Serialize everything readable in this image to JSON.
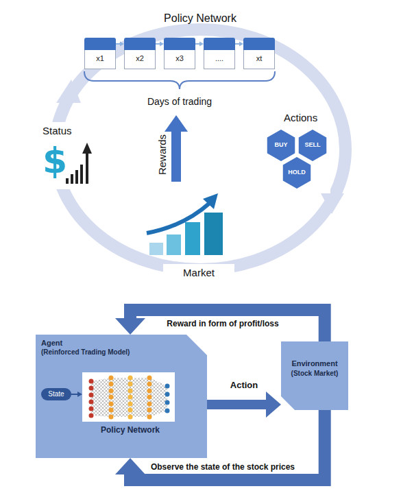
{
  "diagram": {
    "nodes": [
      {
        "text": [
          "x1"
        ]
      },
      {
        "text": [
          "x2"
        ]
      },
      {
        "text": [
          "x3"
        ]
      },
      {
        "text": [
          "...."
        ]
      },
      {
        "text": [
          "xt"
        ]
      },
      {
        "text": [
          "BUY"
        ]
      },
      {
        "text": [
          "SELL"
        ]
      },
      {
        "text": [
          "HOLD"
        ]
      },
      {
        "text": [
          "Agent",
          "(Reinforced Trading Model)",
          "Policy Network"
        ]
      },
      {
        "text": [
          "State"
        ],
        "in": 8
      },
      {
        "text": [
          "Environment",
          "(Stock Market)"
        ]
      }
    ],
    "edges": [
      {
        "from": 0,
        "to": 1,
        "arrow": "to"
      },
      {
        "from": 1,
        "to": 2,
        "arrow": "to"
      },
      {
        "from": 2,
        "to": 3,
        "arrow": "to"
      },
      {
        "from": 3,
        "to": 4,
        "arrow": "to"
      },
      {
        "from": 8,
        "to": 10,
        "label": "Action",
        "arrow": "to"
      },
      {
        "from": 10,
        "to": 8,
        "label": "Reward in form of profit/loss",
        "arrow": "to"
      },
      {
        "from": 10,
        "to": 8,
        "label": "Observe the state of the stock prices",
        "arrow": "to"
      }
    ],
    "labels": [
      "Policy Network",
      "Days of trading",
      "Status",
      "$",
      "Actions",
      "Rewards",
      "Market"
    ]
  }
}
